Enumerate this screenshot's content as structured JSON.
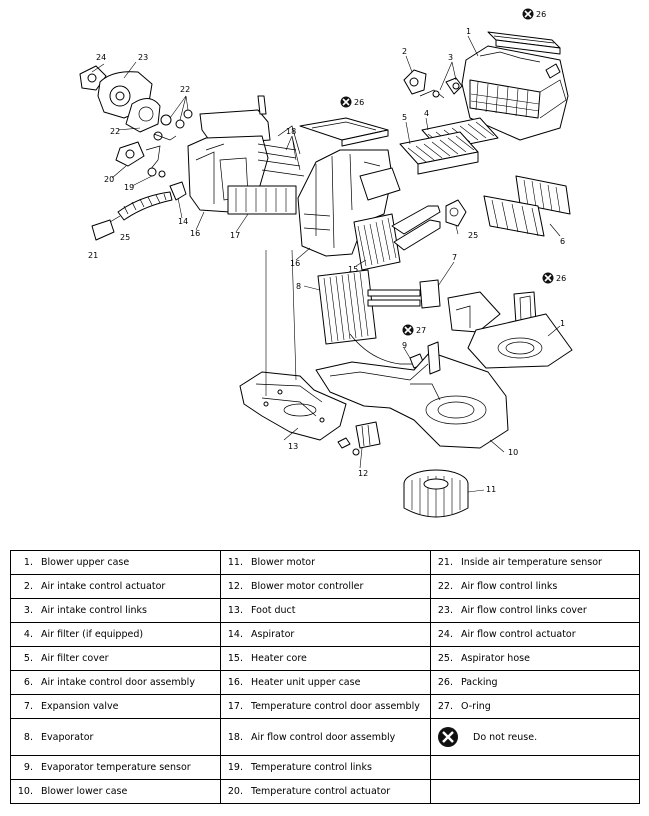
{
  "diagram": {
    "callouts": [
      "1",
      "2",
      "3",
      "4",
      "5",
      "6",
      "7",
      "8",
      "9",
      "10",
      "11",
      "12",
      "13",
      "14",
      "15",
      "16",
      "17",
      "18",
      "19",
      "20",
      "21",
      "22",
      "23",
      "24",
      "25",
      "26",
      "27"
    ]
  },
  "legend": {
    "rows": [
      [
        {
          "num": "1.",
          "text": "Blower upper case"
        },
        {
          "num": "11.",
          "text": "Blower motor"
        },
        {
          "num": "21.",
          "text": "Inside air temperature sensor"
        }
      ],
      [
        {
          "num": "2.",
          "text": "Air intake control actuator"
        },
        {
          "num": "12.",
          "text": "Blower motor controller"
        },
        {
          "num": "22.",
          "text": "Air flow control links"
        }
      ],
      [
        {
          "num": "3.",
          "text": "Air intake control links"
        },
        {
          "num": "13.",
          "text": "Foot duct"
        },
        {
          "num": "23.",
          "text": "Air flow control links cover"
        }
      ],
      [
        {
          "num": "4.",
          "text": "Air filter (if equipped)"
        },
        {
          "num": "14.",
          "text": "Aspirator"
        },
        {
          "num": "24.",
          "text": "Air flow control actuator"
        }
      ],
      [
        {
          "num": "5.",
          "text": "Air filter cover"
        },
        {
          "num": "15.",
          "text": "Heater core"
        },
        {
          "num": "25.",
          "text": "Aspirator hose"
        }
      ],
      [
        {
          "num": "6.",
          "text": "Air intake control door assembly"
        },
        {
          "num": "16.",
          "text": "Heater unit upper case"
        },
        {
          "num": "26.",
          "text": "Packing"
        }
      ],
      [
        {
          "num": "7.",
          "text": "Expansion valve"
        },
        {
          "num": "17.",
          "text": "Temperature control door assembly"
        },
        {
          "num": "27.",
          "text": "O-ring"
        }
      ],
      [
        {
          "num": "8.",
          "text": "Evaporator"
        },
        {
          "num": "18.",
          "text": "Air flow control door assembly"
        },
        {
          "num": "",
          "text": "Do not reuse.",
          "icon": "do-not-reuse-icon"
        }
      ],
      [
        {
          "num": "9.",
          "text": "Evaporator temperature sensor"
        },
        {
          "num": "19.",
          "text": "Temperature control links"
        },
        {
          "num": "",
          "text": ""
        }
      ],
      [
        {
          "num": "10.",
          "text": "Blower lower case"
        },
        {
          "num": "20.",
          "text": "Temperature control actuator"
        },
        {
          "num": "",
          "text": ""
        }
      ]
    ]
  }
}
